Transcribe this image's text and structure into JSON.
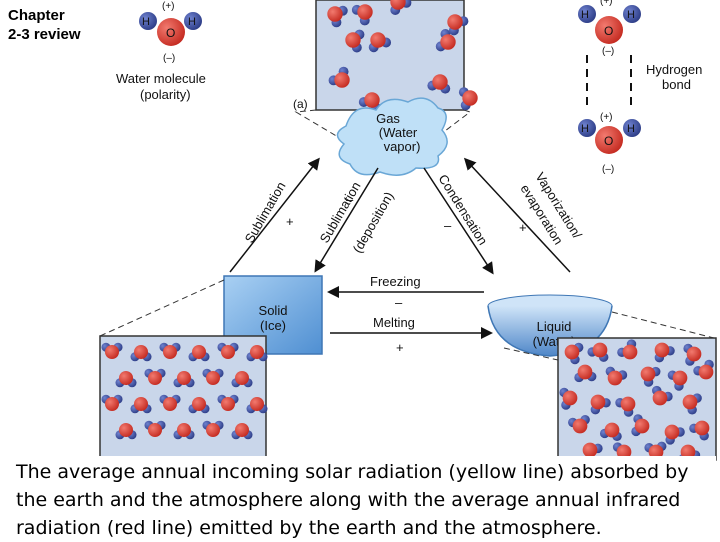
{
  "slide": {
    "title_line1": "Chapter",
    "title_line2": "2-3 review"
  },
  "molecule": {
    "charge_plus": "(+)",
    "charge_minus": "(–)",
    "h": "H",
    "o": "O",
    "label_line1": "Water molecule",
    "label_line2": "(polarity)"
  },
  "hbond": {
    "label_line1": "Hydrogen",
    "label_line2": "bond"
  },
  "panel_label": "(a)",
  "states": {
    "gas_line1": "Gas",
    "gas_line2": "(Water",
    "gas_line3": "vapor)",
    "solid_line1": "Solid",
    "solid_line2": "(Ice)",
    "liquid_line1": "Liquid",
    "liquid_line2": "(Water)"
  },
  "transitions": {
    "sublimation": "Sublimation",
    "sublimation_sign": "+",
    "deposition_line1": "Sublimation",
    "deposition_line2": "(deposition)",
    "deposition_sign": "–",
    "condensation": "Condensation",
    "condensation_sign": "–",
    "vaporization_line1": "Vaporization/",
    "vaporization_line2": "evaporation",
    "vaporization_sign": "+",
    "freezing": "Freezing",
    "freezing_sign": "–",
    "melting": "Melting",
    "melting_sign": "+"
  },
  "caption": "The average annual incoming solar radiation (yellow line) absorbed by the earth and the atmosphere along with the average annual infrared radiation (red line) emitted by the earth and the atmosphere.",
  "colors": {
    "oxygen": "#d9362b",
    "hydrogen": "#3a4fa0",
    "panel_bg": "#c9d6ea",
    "ice_block": "#7fb2e5",
    "liquid_bowl": "#8fbce9",
    "cloud": "#bfe0f7"
  }
}
